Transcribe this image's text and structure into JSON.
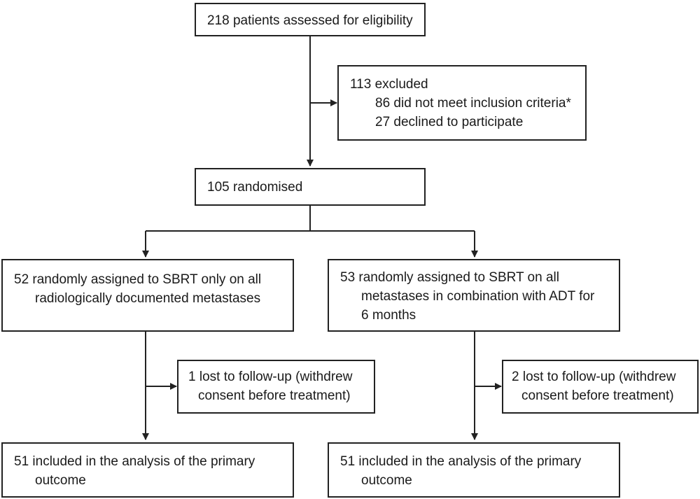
{
  "boxes": {
    "assessed": "218 patients assessed for eligibility",
    "excluded": {
      "title": "113 excluded",
      "reasons": [
        "86 did not meet inclusion criteria*",
        "27 declined to participate"
      ]
    },
    "randomised": "105 randomised",
    "arm_left": {
      "lines": [
        "52 randomly assigned to SBRT only on all",
        "radiologically documented metastases"
      ]
    },
    "arm_right": {
      "lines": [
        "53 randomly assigned to SBRT on all",
        "metastases in combination with ADT for",
        "6 months"
      ]
    },
    "lost_left": {
      "lines": [
        "1 lost to follow-up (withdrew",
        "consent before treatment)"
      ]
    },
    "lost_right": {
      "lines": [
        "2 lost to follow-up (withdrew",
        "consent before treatment)"
      ]
    },
    "analysis_left": {
      "lines": [
        "51 included in the analysis of the primary",
        "outcome"
      ]
    },
    "analysis_right": {
      "lines": [
        "51 included in the analysis of the primary",
        "outcome"
      ]
    }
  }
}
